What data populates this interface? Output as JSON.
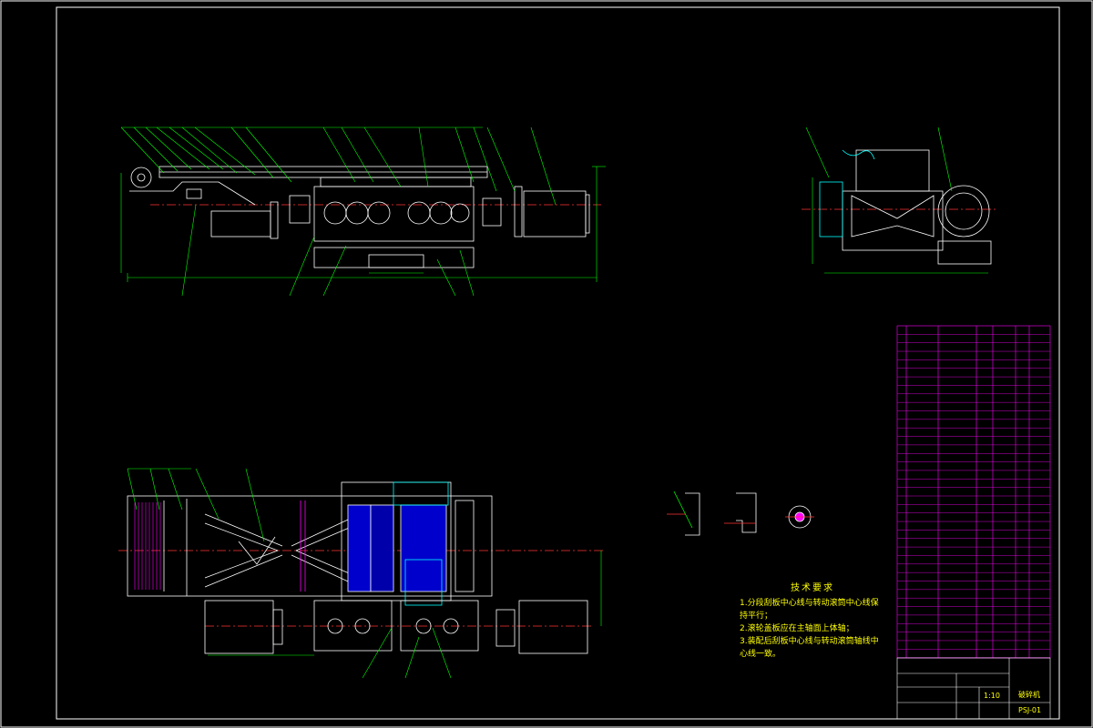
{
  "technical_requirements": {
    "title": "技术要求",
    "items": [
      "1.分段刮板中心线与转动滚筒中心线保持平行；",
      "2.滚轮盖板应在主轴面上体轴；",
      "3.装配后刮板中心线与转动滚筒轴线中心线一致。"
    ]
  },
  "title_block": {
    "drawing_name": "破碎机",
    "drawing_number": "PSJ-01",
    "scale": "1:10"
  },
  "colors": {
    "frame": "#ffffff",
    "geometry": "#ffffff",
    "leaders": "#00ff00",
    "dimensions": "#00ff00",
    "centerlines": "#ff3333",
    "hatch": "#0000ff",
    "table": "#ff00ff",
    "text": "#ffff00"
  }
}
